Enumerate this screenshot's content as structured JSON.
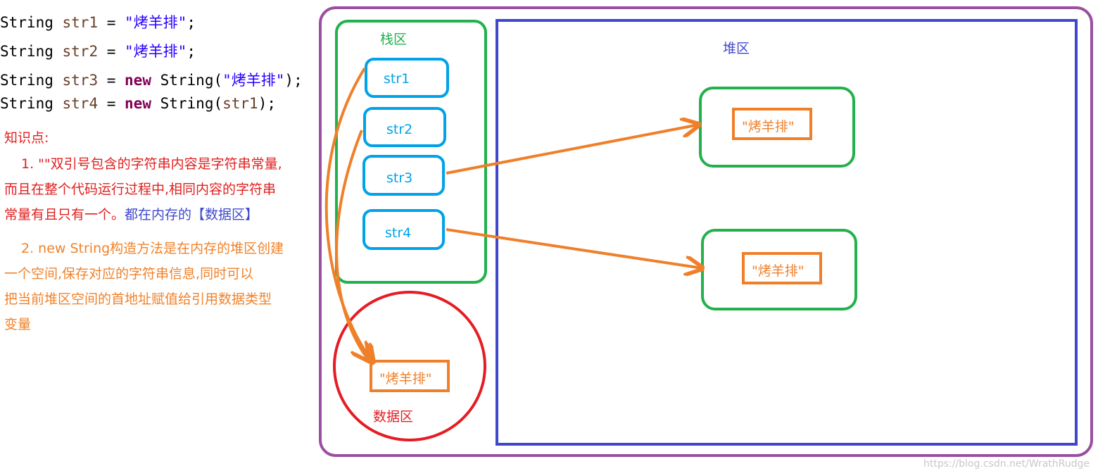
{
  "code": {
    "lines": [
      {
        "type": "String",
        "var": "str1",
        "op": " = ",
        "str": "\"烤羊排\"",
        "end": ";"
      },
      {
        "type": "String",
        "var": "str2",
        "op": " = ",
        "str": "\"烤羊排\"",
        "end": ";"
      },
      {
        "type": "String",
        "var": "str3",
        "op": " = ",
        "kw": "new",
        "ctor": " String(",
        "str": "\"烤羊排\"",
        "end": ");"
      },
      {
        "type": "String",
        "var": "str4",
        "op": " = ",
        "kw": "new",
        "ctor": " String(",
        "arg": "str1",
        "end": ");"
      }
    ]
  },
  "notes": {
    "heading": "知识点:",
    "point1": {
      "line1": "1. \"\"双引号包含的字符串内容是字符串常量,",
      "line2": "而且在整个代码运行过程中,相同内容的字符串",
      "line3_red": "常量有且只有一个。",
      "line3_blue": "都在内存的【数据区】"
    },
    "point2": {
      "line1": "2. new String构造方法是在内存的堆区创建",
      "line2": "一个空间,保存对应的字符串信息,同时可以",
      "line3": "把当前堆区空间的首地址赋值给引用数据类型",
      "line4": "变量"
    }
  },
  "diagram": {
    "stack_label": "栈区",
    "heap_label": "堆区",
    "data_label": "数据区",
    "stack_vars": [
      "str1",
      "str2",
      "str3",
      "str4"
    ],
    "heap_objects": [
      "\"烤羊排\"",
      "\"烤羊排\""
    ],
    "data_object": "\"烤羊排\"",
    "colors": {
      "memory_border": "#9b4fa0",
      "stack_border": "#22b14c",
      "heap_border": "#3f48cc",
      "data_border": "#e51c23",
      "var_border": "#00a2e8",
      "string_border": "#f07f2a",
      "arrow": "#f07f2a"
    }
  },
  "watermark": "https://blog.csdn.net/WrathRudge"
}
